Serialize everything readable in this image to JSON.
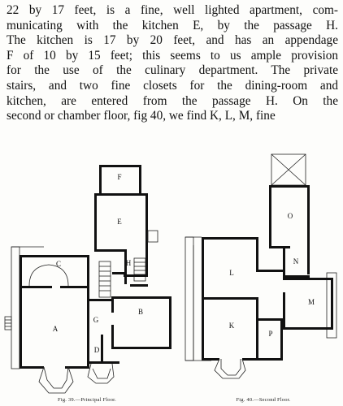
{
  "paragraph_lines": [
    "22 by 17 feet, is a fine, well lighted apartment, com-",
    "municating with the kitchen E, by the passage H.",
    "The kitchen is 17 by 20 feet, and has an appendage",
    "F of 10 by 15 feet; this seems to us ample provision",
    "for the use of the culinary department. The private",
    "stairs, and two fine closets for the dining-room and",
    "kitchen, are entered from the passage H. On the",
    "second or chamber floor, fig 40, we find K, L, M, fine"
  ],
  "fig39": {
    "caption": "Fig. 39.—Principal Floor.",
    "rooms": {
      "A": "A",
      "B": "B",
      "C": "C",
      "D": "D",
      "E": "E",
      "F": "F",
      "G": "G",
      "H": "H"
    }
  },
  "fig40": {
    "caption": "Fig. 40.—Second Floor.",
    "rooms": {
      "K": "K",
      "L": "L",
      "M": "M",
      "N": "N",
      "O": "O",
      "P": "P"
    }
  }
}
